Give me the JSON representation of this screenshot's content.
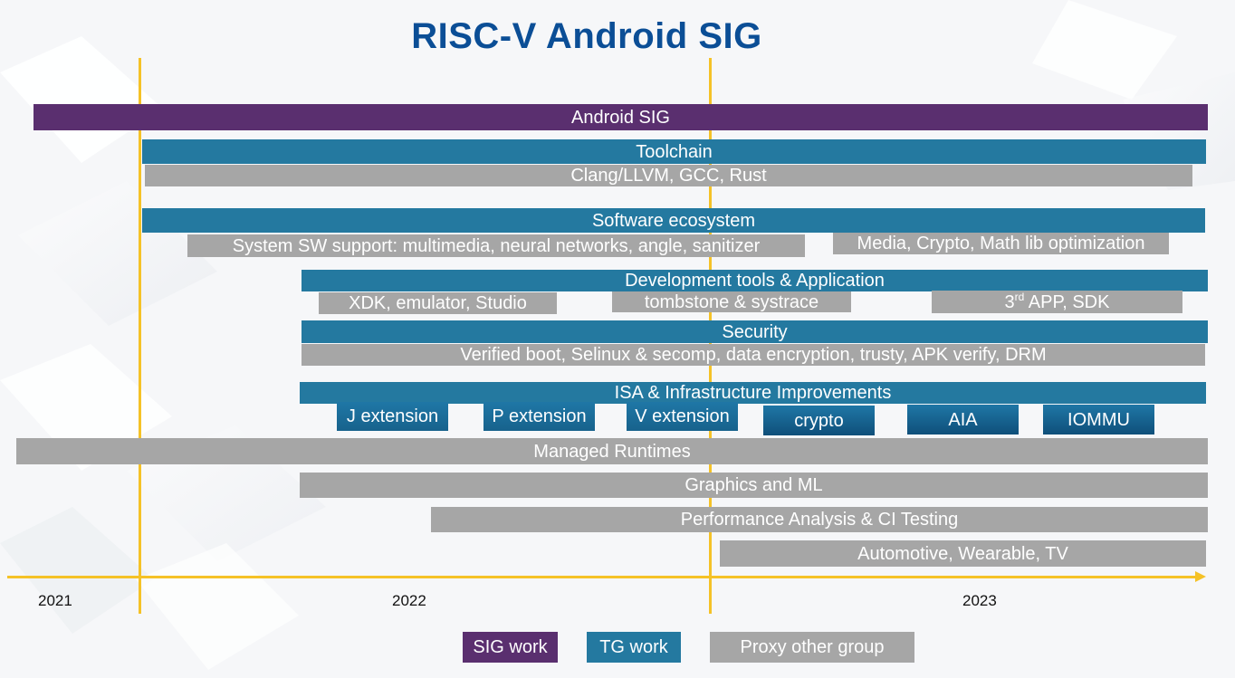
{
  "title": "RISC-V Android SIG",
  "colors": {
    "sig": "#5a2f6f",
    "tg": "#2479a0",
    "proxy": "#a6a6a6",
    "timeline": "#f5c227",
    "title": "#0b4e96"
  },
  "years": [
    "2021",
    "2022",
    "2023"
  ],
  "bars": {
    "android_sig": "Android SIG",
    "toolchain": "Toolchain",
    "toolchain_sub": "Clang/LLVM, GCC, Rust",
    "software_ecosystem": "Software ecosystem",
    "system_sw": "System SW support: multimedia, neural networks, angle, sanitizer",
    "media_crypto": "Media, Crypto, Math lib optimization",
    "dev_tools": "Development tools & Application",
    "xdk": "XDK, emulator, Studio",
    "tombstone": "tombstone & systrace",
    "third_app_prefix": "3",
    "third_app_sup": "rd",
    "third_app_suffix": " APP, SDK",
    "security": "Security",
    "security_sub": "Verified boot, Selinux & secomp, data encryption, trusty, APK verify, DRM",
    "isa": "ISA & Infrastructure Improvements",
    "j_ext": "J extension",
    "p_ext": "P extension",
    "v_ext": "V extension",
    "crypto": "crypto",
    "aia": "AIA",
    "iommu": "IOMMU",
    "managed_runtimes": "Managed Runtimes",
    "graphics_ml": "Graphics and ML",
    "perf_ci": "Performance Analysis & CI Testing",
    "automotive": "Automotive, Wearable, TV"
  },
  "legend": {
    "sig": "SIG work",
    "tg": "TG work",
    "proxy": "Proxy other group"
  }
}
